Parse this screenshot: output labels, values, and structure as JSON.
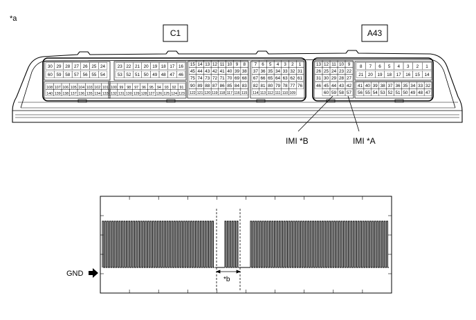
{
  "figure_label": "*a",
  "connectors": {
    "left_label": "C1",
    "right_label": "A43"
  },
  "callouts": {
    "imi_b": "IMI *B",
    "imi_a": "IMI *A"
  },
  "waveform": {
    "gnd_label": "GND",
    "gap_label": "*b"
  },
  "pin_rows": {
    "c1_a1": [
      "30",
      "29",
      "28",
      "27",
      "26",
      "25",
      "24"
    ],
    "c1_a2": [
      "60",
      "59",
      "58",
      "57",
      "56",
      "55",
      "54"
    ],
    "c1_a3": [
      "108",
      "107",
      "106",
      "105",
      "104",
      "103",
      "102",
      "101"
    ],
    "c1_a4": [
      "140",
      "139",
      "138",
      "137",
      "136",
      "135",
      "134",
      "133"
    ],
    "c1_b1": [
      "23",
      "22",
      "21",
      "20",
      "19",
      "18",
      "17",
      "16"
    ],
    "c1_b2": [
      "53",
      "52",
      "51",
      "50",
      "49",
      "48",
      "47",
      "46"
    ],
    "c1_b3": [
      "100",
      "99",
      "98",
      "97",
      "96",
      "95",
      "94",
      "93",
      "92",
      "91"
    ],
    "c1_b4": [
      "132",
      "131",
      "130",
      "129",
      "128",
      "127",
      "126",
      "125",
      "124",
      "123"
    ],
    "c1_c1": [
      "15",
      "14",
      "13",
      "12",
      "11",
      "10",
      "9",
      "8"
    ],
    "c1_c2": [
      "45",
      "44",
      "43",
      "42",
      "41",
      "40",
      "39",
      "38"
    ],
    "c1_c3": [
      "75",
      "74",
      "73",
      "72",
      "71",
      "70",
      "69",
      "68"
    ],
    "c1_c4": [
      "90",
      "89",
      "88",
      "87",
      "86",
      "85",
      "84",
      "83"
    ],
    "c1_c5": [
      "122",
      "121",
      "120",
      "119",
      "118",
      "117",
      "116",
      "115"
    ],
    "c1_d1": [
      "7",
      "6",
      "5",
      "4",
      "3",
      "2",
      "1"
    ],
    "c1_d2": [
      "37",
      "36",
      "35",
      "34",
      "33",
      "32",
      "31"
    ],
    "c1_d3": [
      "67",
      "66",
      "65",
      "64",
      "63",
      "62",
      "61"
    ],
    "c1_d4": [
      "82",
      "81",
      "80",
      "79",
      "78",
      "77",
      "76"
    ],
    "c1_d5": [
      "114",
      "113",
      "112",
      "111",
      "110",
      "109"
    ],
    "a43_l1": [
      "13",
      "12",
      "11",
      "10",
      "9"
    ],
    "a43_l2": [
      "26",
      "25",
      "24",
      "23",
      "22"
    ],
    "a43_l3": [
      "31",
      "30",
      "29",
      "28",
      "27"
    ],
    "a43_l4": [
      "46",
      "45",
      "44",
      "43",
      "42"
    ],
    "a43_l5": [
      "60",
      "59",
      "58",
      "57"
    ],
    "a43_r1": [
      "8",
      "7",
      "6",
      "5",
      "4",
      "3",
      "2",
      "1"
    ],
    "a43_r2": [
      "21",
      "20",
      "19",
      "18",
      "17",
      "16",
      "15",
      "14"
    ],
    "a43_r3": [
      "41",
      "40",
      "39",
      "38",
      "37",
      "36",
      "35",
      "34",
      "33",
      "32"
    ],
    "a43_r4": [
      "56",
      "55",
      "54",
      "53",
      "52",
      "51",
      "50",
      "49",
      "48",
      "47"
    ]
  }
}
